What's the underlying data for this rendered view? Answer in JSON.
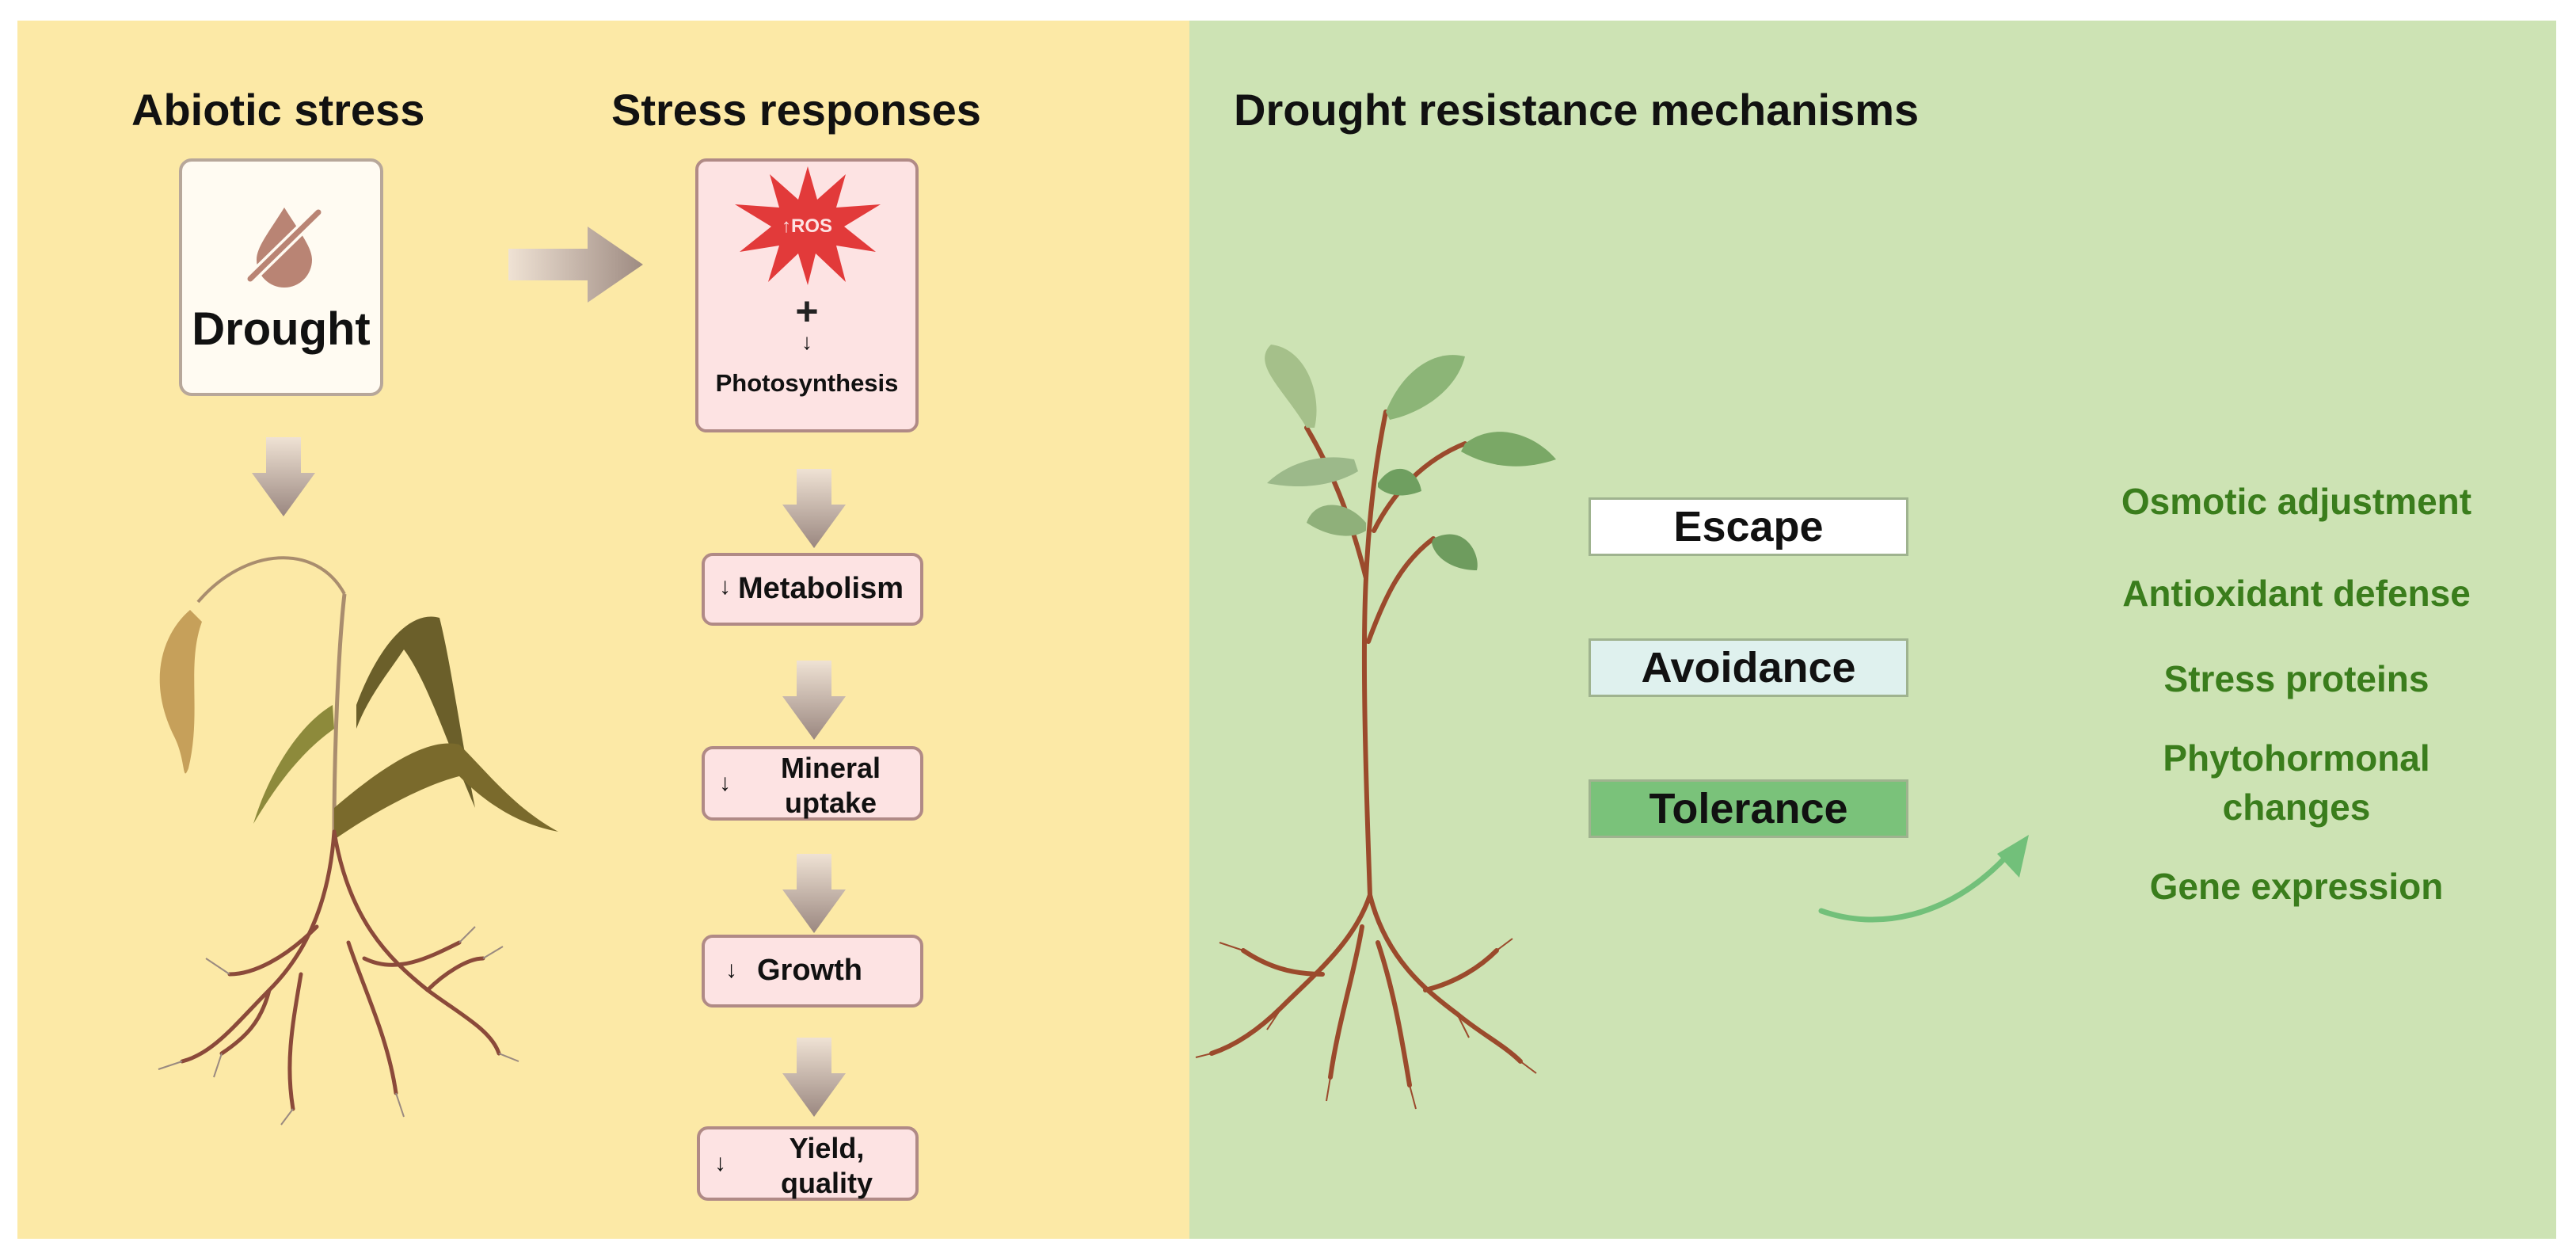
{
  "headings": {
    "abiotic": "Abiotic stress",
    "responses": "Stress responses",
    "mechanisms": "Drought resistance mechanisms"
  },
  "drought_box": {
    "label": "Drought",
    "icon": "no-water-drop-icon"
  },
  "stress_box": {
    "ros_label": "↑ROS",
    "plus": "+",
    "arrow": "↓",
    "photosynthesis": "Photosynthesis"
  },
  "cascade": [
    {
      "arrow": "↓",
      "label": "Metabolism"
    },
    {
      "arrow": "↓",
      "label": "Mineral uptake"
    },
    {
      "arrow": "↓",
      "label": "Growth"
    },
    {
      "arrow": "↓",
      "label": "Yield, quality"
    }
  ],
  "mechanisms": [
    {
      "label": "Escape",
      "color": "#ffffff"
    },
    {
      "label": "Avoidance",
      "color": "#dff1ee"
    },
    {
      "label": "Tolerance",
      "color": "#7ac27a"
    }
  ],
  "tolerance_strategies": [
    "Osmotic adjustment",
    "Antioxidant defense",
    "Stress proteins",
    "Phytohormonal changes",
    "Gene expression"
  ],
  "colors": {
    "left_bg": "#fce9a6",
    "right_bg": "#cde3b4",
    "strategy_text": "#3a7d1c",
    "ros_burst": "#e23a3a"
  }
}
